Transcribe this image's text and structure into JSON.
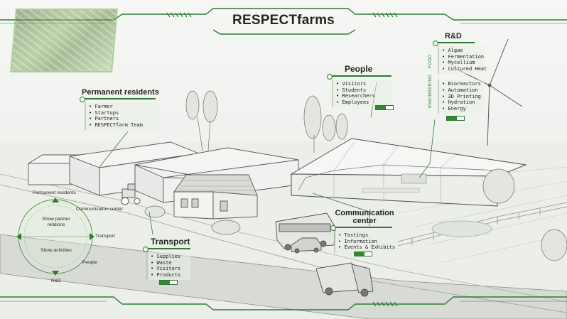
{
  "app": {
    "title": "RESPECTfarms"
  },
  "colors": {
    "accent": "#2f8a2f",
    "accent_dark": "#1f5f1f",
    "text": "#1d251d"
  },
  "panels": {
    "rnd": {
      "title": "R&D",
      "food_label": "FOOD",
      "engineering_label": "ENGINEERING",
      "food_items": [
        "Algae",
        "Fermentation",
        "Mycellium",
        "Cultured Heat"
      ],
      "engineering_items": [
        "Bioreactors",
        "Automation",
        "3D Printing",
        "Hydration",
        "Energy"
      ],
      "progress": 0.6
    },
    "people": {
      "title": "People",
      "items": [
        "Visitors",
        "Students",
        "Researchers",
        "Employees"
      ],
      "progress": 0.6
    },
    "residents": {
      "title": "Permanent residents",
      "items": [
        "Farmer",
        "Startups",
        "Partners",
        "RESPECTfarm Team"
      ]
    },
    "communication": {
      "title": "Communication center",
      "items": [
        "Tastings",
        "Information",
        "Events & Exhibits"
      ],
      "progress": 0.6
    },
    "transport": {
      "title": "Transport",
      "items": [
        "Supplies",
        "Waste",
        "Visitors",
        "Products"
      ],
      "progress": 0.6
    }
  },
  "nav": {
    "permanent_residents": "Permanent residents",
    "communication_center": "Communication center",
    "show_partner_relations": "Show partner relations",
    "transport": "Transport",
    "show_activities": "Show activities",
    "people": "People",
    "rnd": "R&D"
  }
}
